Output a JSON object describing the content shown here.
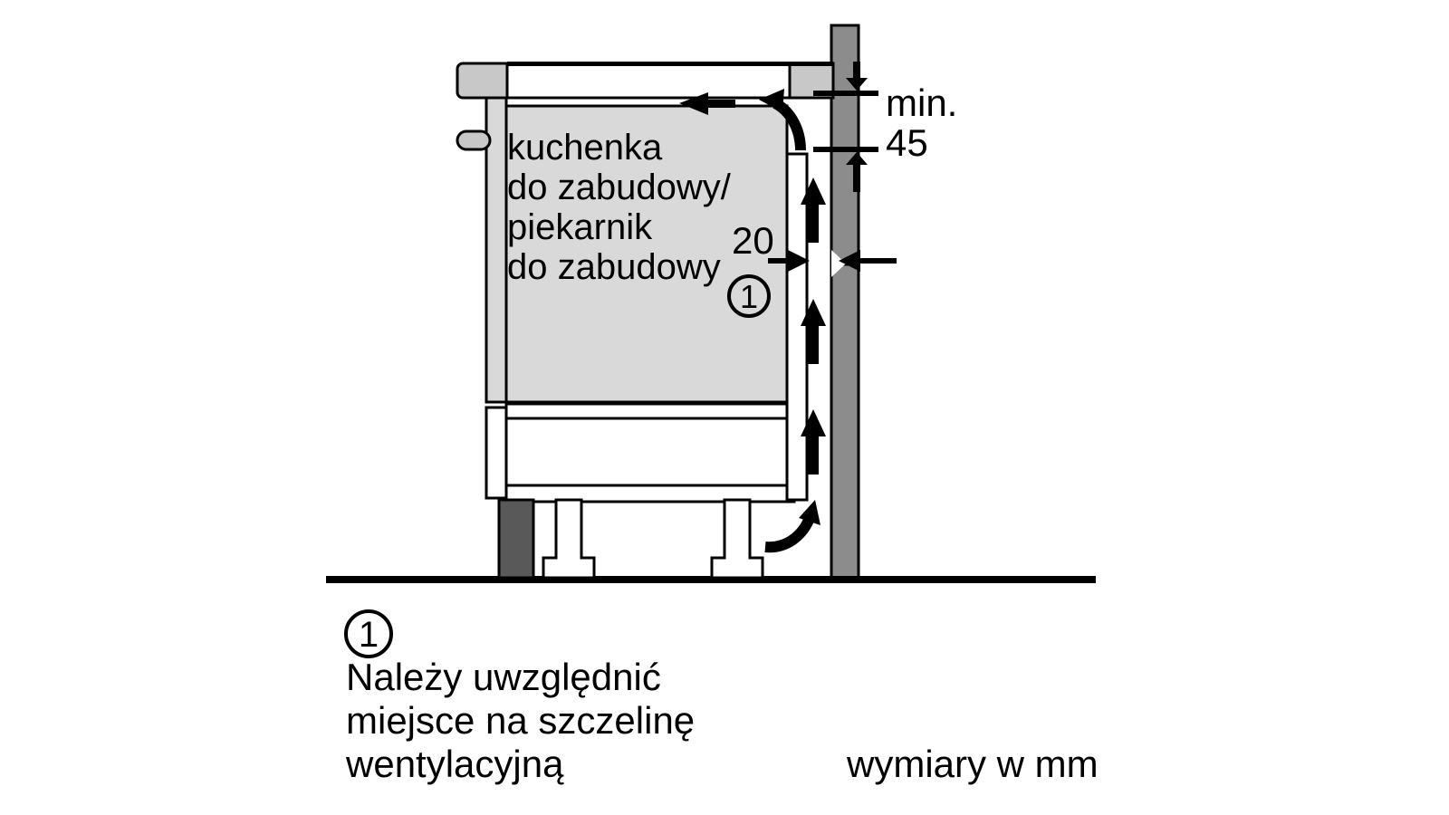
{
  "diagram": {
    "type": "installation-cross-section",
    "language": "pl",
    "units_note": "wymiary w mm",
    "appliance_label": {
      "lines": [
        "kuchenka",
        "do zabudowy/",
        "piekarnik",
        "do zabudowy"
      ],
      "line1": "kuchenka",
      "line2": "do zabudowy/",
      "line3": "piekarnik",
      "line4": "do zabudowy"
    },
    "dimensions": {
      "min_gap_label_line1": "min.",
      "min_gap_label_line2": "45",
      "min_gap_value": 45,
      "rear_gap_value": "20",
      "rear_gap_number": 20
    },
    "callouts": {
      "marker_on_drawing": "1",
      "marker_in_note": "1"
    },
    "note": {
      "line1": "Należy uwzględnić",
      "line2": "miejsce na szczelinę",
      "line3": "wentylacyjną"
    },
    "colors": {
      "stroke": "#000000",
      "wall_fill": "#8c8c8c",
      "oven_fill": "#d9d9d9",
      "hob_trim_fill": "#c8c8c8",
      "plinth_fill": "#595959",
      "background": "#ffffff"
    },
    "airflow": {
      "direction_up_count": 3,
      "direction_left_count": 1,
      "curved_arrow_count": 2
    }
  }
}
